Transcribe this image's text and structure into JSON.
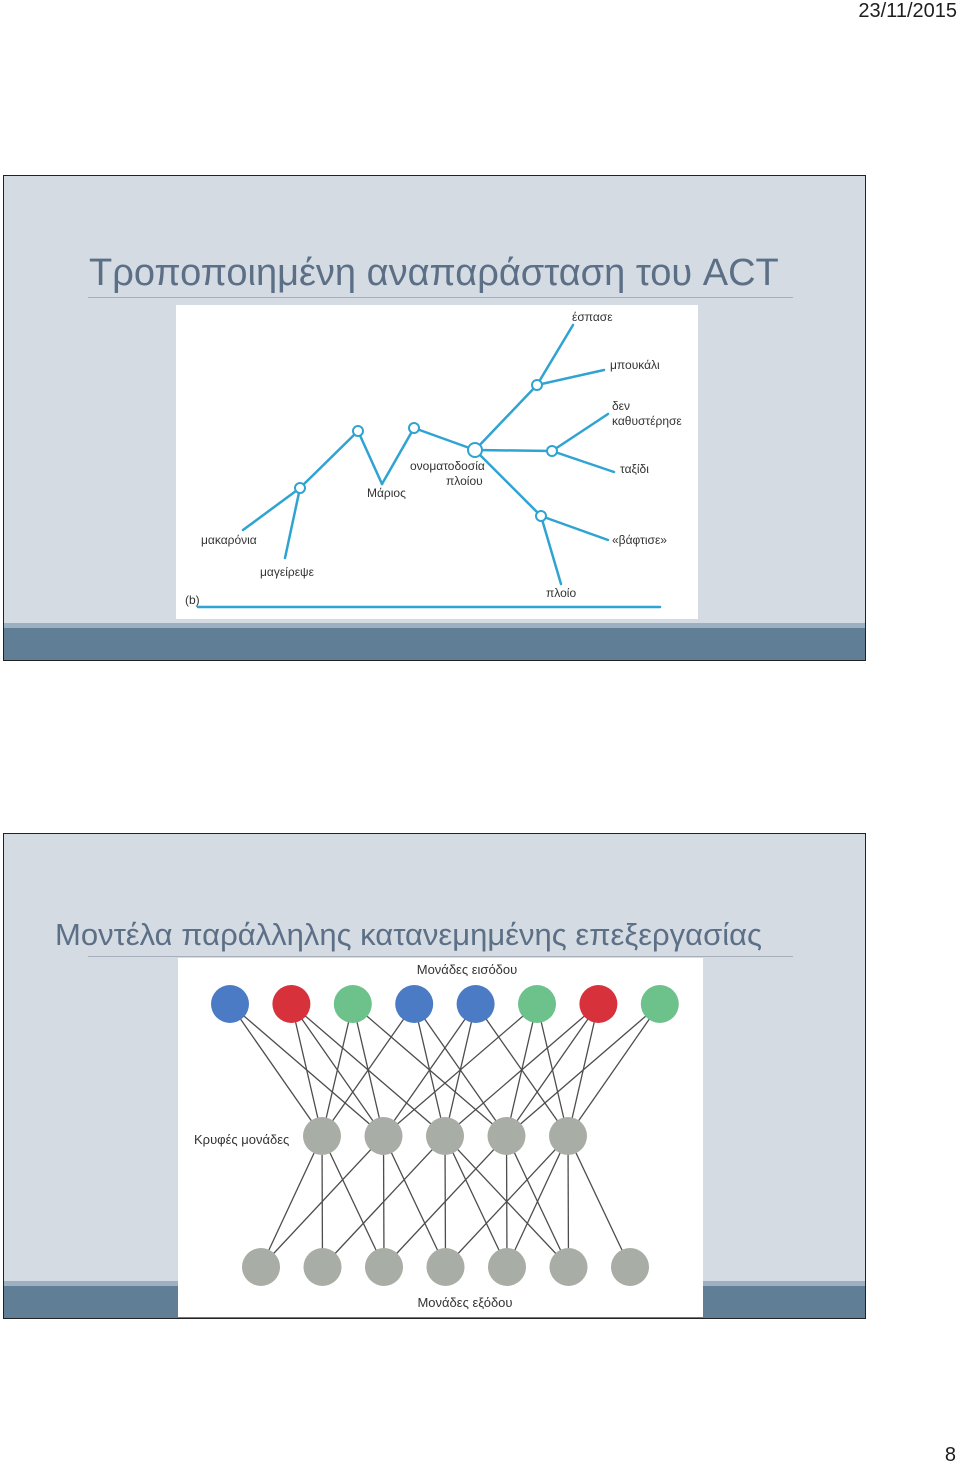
{
  "header": {
    "date": "23/11/2015"
  },
  "slide_act": {
    "title": "Τροποποιημένη αναπαράσταση του ACT",
    "figure": {
      "panel_label": "(b)",
      "concepts": {
        "espase": "έσπασε",
        "mpoukali": "μπουκάλι",
        "den": "δεν",
        "kathysterise": "καθυστέρησε",
        "onomatodosia": "ονοματοδοσία",
        "ploiou": "πλοίου",
        "marios": "Μάριος",
        "taxidi": "ταξίδι",
        "makaronia": "μακαρόνια",
        "vaftise": "«βάφτισε»",
        "mageirepse": "μαγείρεψε",
        "ploio": "πλοίο"
      },
      "line_color": "#2fa3d1"
    }
  },
  "slide_pdp": {
    "title": "Μοντέλα παράλληλης κατανεμημένης επεξεργασίας",
    "figure": {
      "input_label": "Μονάδες εισόδου",
      "hidden_label": "Κρυφές μονάδες",
      "output_label": "Μονάδες εξόδου",
      "input_units": [
        {
          "color": "#4a7bc4"
        },
        {
          "color": "#d7313c"
        },
        {
          "color": "#6dc28c"
        },
        {
          "color": "#4a7bc4"
        },
        {
          "color": "#4a7bc4"
        },
        {
          "color": "#6dc28c"
        },
        {
          "color": "#d7313c"
        },
        {
          "color": "#6dc28c"
        }
      ],
      "hidden_units": [
        {
          "color": "#a8ada5"
        },
        {
          "color": "#a8ada5"
        },
        {
          "color": "#a8ada5"
        },
        {
          "color": "#a8ada5"
        },
        {
          "color": "#a8ada5"
        }
      ],
      "output_units": [
        {
          "color": "#a8ada5"
        },
        {
          "color": "#a8ada5"
        },
        {
          "color": "#a8ada5"
        },
        {
          "color": "#a8ada5"
        },
        {
          "color": "#a8ada5"
        },
        {
          "color": "#a8ada5"
        },
        {
          "color": "#a8ada5"
        }
      ],
      "input_to_hidden": [
        [
          0,
          0
        ],
        [
          0,
          1
        ],
        [
          1,
          0
        ],
        [
          1,
          1
        ],
        [
          1,
          2
        ],
        [
          2,
          0
        ],
        [
          2,
          1
        ],
        [
          2,
          3
        ],
        [
          3,
          0
        ],
        [
          3,
          2
        ],
        [
          3,
          3
        ],
        [
          4,
          1
        ],
        [
          4,
          2
        ],
        [
          4,
          4
        ],
        [
          5,
          1
        ],
        [
          5,
          3
        ],
        [
          5,
          4
        ],
        [
          6,
          2
        ],
        [
          6,
          3
        ],
        [
          6,
          4
        ],
        [
          7,
          3
        ],
        [
          7,
          4
        ]
      ],
      "hidden_to_output": [
        [
          0,
          0
        ],
        [
          0,
          1
        ],
        [
          0,
          2
        ],
        [
          1,
          0
        ],
        [
          1,
          2
        ],
        [
          1,
          3
        ],
        [
          2,
          1
        ],
        [
          2,
          3
        ],
        [
          2,
          4
        ],
        [
          2,
          5
        ],
        [
          3,
          2
        ],
        [
          3,
          4
        ],
        [
          3,
          5
        ],
        [
          4,
          3
        ],
        [
          4,
          4
        ],
        [
          4,
          5
        ],
        [
          4,
          6
        ]
      ],
      "connection_color": "#4d4d4d"
    }
  },
  "footer": {
    "page_number": "8"
  },
  "theme": {
    "slide_background": "#d5dbe3",
    "band_color": "#607f97",
    "title_color": "#5b6f86"
  }
}
